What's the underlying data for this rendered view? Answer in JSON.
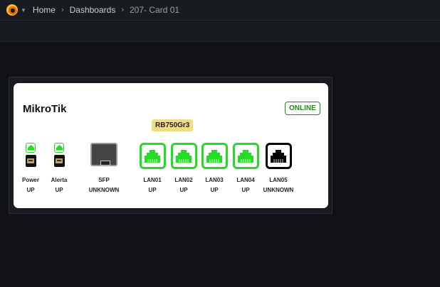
{
  "breadcrumb": {
    "home": "Home",
    "dashboards": "Dashboards",
    "current": "207- Card 01"
  },
  "card": {
    "title": "MikroTik",
    "status": "ONLINE",
    "model": "RB750Gr3"
  },
  "ports": [
    {
      "name": "Power",
      "status": "UP",
      "type": "small"
    },
    {
      "name": "Alerta",
      "status": "UP",
      "type": "small"
    },
    {
      "name": "SFP",
      "status": "UNKNOWN",
      "type": "sfp"
    },
    {
      "name": "LAN01",
      "status": "UP",
      "type": "rj45"
    },
    {
      "name": "LAN02",
      "status": "UP",
      "type": "rj45"
    },
    {
      "name": "LAN03",
      "status": "UP",
      "type": "rj45"
    },
    {
      "name": "LAN04",
      "status": "UP",
      "type": "rj45"
    },
    {
      "name": "LAN05",
      "status": "UNKNOWN",
      "type": "rj45"
    }
  ],
  "colors": {
    "up": "#22dd22",
    "unknown": "#000000",
    "online": "#1e8a1e"
  }
}
